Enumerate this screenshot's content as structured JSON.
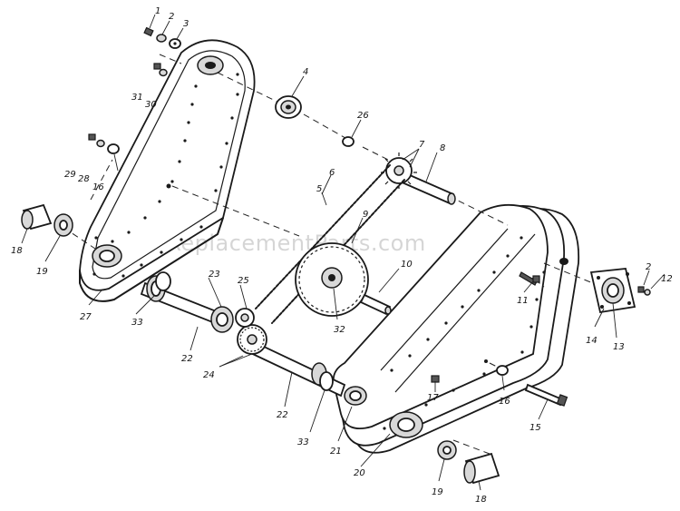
{
  "watermark": "eReplacementParts.com",
  "callouts": [
    {
      "id": "c1",
      "text": "1"
    },
    {
      "id": "c2a",
      "text": "2"
    },
    {
      "id": "c3",
      "text": "3"
    },
    {
      "id": "c4",
      "text": "4"
    },
    {
      "id": "c31",
      "text": "31"
    },
    {
      "id": "c30",
      "text": "30"
    },
    {
      "id": "c26",
      "text": "26"
    },
    {
      "id": "c7",
      "text": "7"
    },
    {
      "id": "c8",
      "text": "8"
    },
    {
      "id": "c29",
      "text": "29"
    },
    {
      "id": "c28",
      "text": "28"
    },
    {
      "id": "c16a",
      "text": "16"
    },
    {
      "id": "c6",
      "text": "6"
    },
    {
      "id": "c5",
      "text": "5"
    },
    {
      "id": "c9",
      "text": "9"
    },
    {
      "id": "c18a",
      "text": "18"
    },
    {
      "id": "c19a",
      "text": "19"
    },
    {
      "id": "c27",
      "text": "27"
    },
    {
      "id": "c33a",
      "text": "33"
    },
    {
      "id": "c23",
      "text": "23"
    },
    {
      "id": "c25",
      "text": "25"
    },
    {
      "id": "c10",
      "text": "10"
    },
    {
      "id": "c32",
      "text": "32"
    },
    {
      "id": "c22a",
      "text": "22"
    },
    {
      "id": "c24",
      "text": "24"
    },
    {
      "id": "c22b",
      "text": "22"
    },
    {
      "id": "c11",
      "text": "11"
    },
    {
      "id": "c2b",
      "text": "2"
    },
    {
      "id": "c12",
      "text": "12"
    },
    {
      "id": "c14",
      "text": "14"
    },
    {
      "id": "c13",
      "text": "13"
    },
    {
      "id": "c17",
      "text": "17"
    },
    {
      "id": "c16b",
      "text": "16"
    },
    {
      "id": "c15",
      "text": "15"
    },
    {
      "id": "c33b",
      "text": "33"
    },
    {
      "id": "c21",
      "text": "21"
    },
    {
      "id": "c20",
      "text": "20"
    },
    {
      "id": "c19b",
      "text": "19"
    },
    {
      "id": "c18b",
      "text": "18"
    }
  ]
}
